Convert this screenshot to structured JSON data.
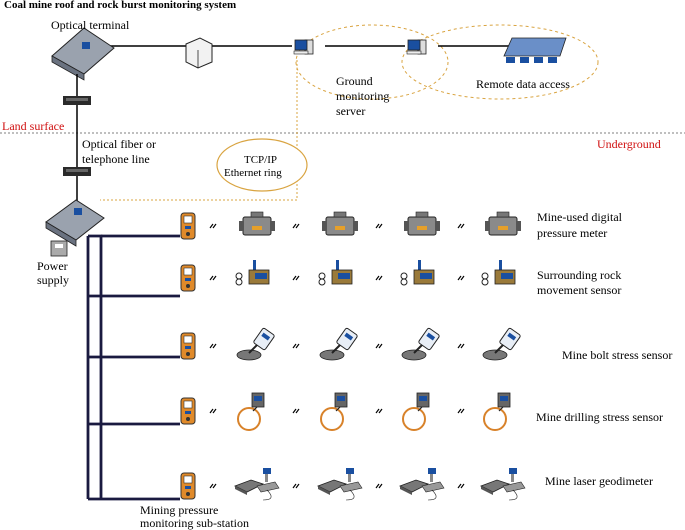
{
  "title": "Coal mine roof and rock burst monitoring system",
  "labels": {
    "optical_terminal": "Optical terminal",
    "ground_server_1": "Ground",
    "ground_server_2": "monitoring",
    "ground_server_3": "server",
    "remote_access": "Remote data access",
    "land_surface": "Land surface",
    "underground": "Underground",
    "fiber_1": "Optical fiber or",
    "fiber_2": "telephone line",
    "tcpip_1": "TCP/IP",
    "tcpip_2": "Ethernet ring",
    "power_1": "Power",
    "power_2": "supply",
    "substation_1": "Mining pressure",
    "substation_2": "monitoring sub-station"
  },
  "sensors": [
    {
      "line1": "Mine-used digital",
      "line2": "pressure meter",
      "icon": "pressure-meter-icon"
    },
    {
      "line1": "Surrounding rock",
      "line2": "movement sensor",
      "icon": "rock-movement-sensor-icon"
    },
    {
      "line1": "Mine bolt stress sensor",
      "line2": "",
      "icon": "bolt-stress-sensor-icon"
    },
    {
      "line1": "Mine drilling stress sensor",
      "line2": "",
      "icon": "drilling-stress-sensor-icon"
    },
    {
      "line1": "Mine laser geodimeter",
      "line2": "",
      "icon": "laser-geodimeter-icon"
    }
  ],
  "colors": {
    "label_red": "#d01010",
    "ring": "#d9a441",
    "device_orange": "#e08a2a",
    "screen_blue": "#1a4fa0",
    "cable_orange": "#d8822a"
  }
}
